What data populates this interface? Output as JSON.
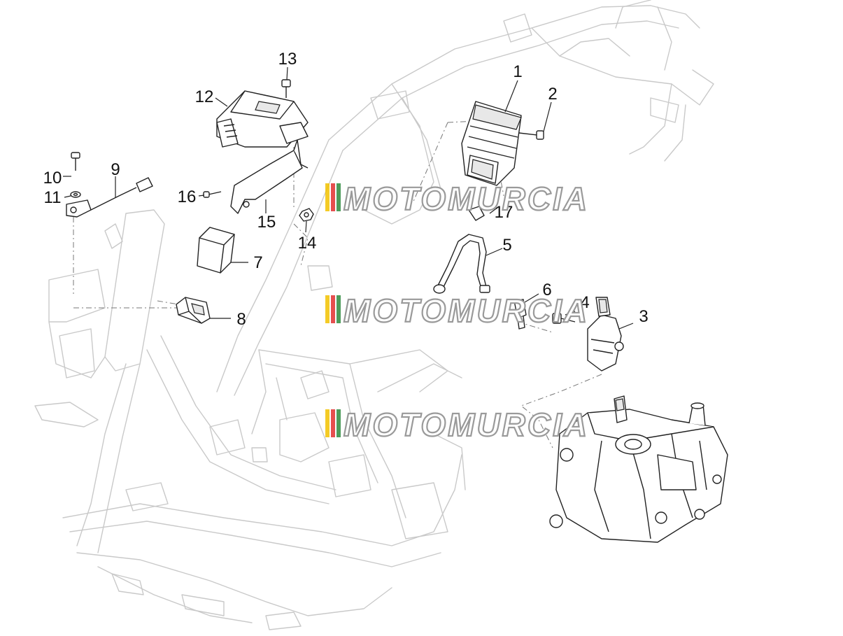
{
  "watermark": {
    "text": "MOTOMURCIA",
    "stripe_colors": [
      "#f2c200",
      "#e03030",
      "#2e8b3e"
    ]
  },
  "parts": [
    {
      "label": "1"
    },
    {
      "label": "2"
    },
    {
      "label": "3"
    },
    {
      "label": "4"
    },
    {
      "label": "5"
    },
    {
      "label": "6"
    },
    {
      "label": "7"
    },
    {
      "label": "8"
    },
    {
      "label": "9"
    },
    {
      "label": "10"
    },
    {
      "label": "11"
    },
    {
      "label": "12"
    },
    {
      "label": "13"
    },
    {
      "label": "14"
    },
    {
      "label": "15"
    },
    {
      "label": "16"
    },
    {
      "label": "17"
    }
  ]
}
